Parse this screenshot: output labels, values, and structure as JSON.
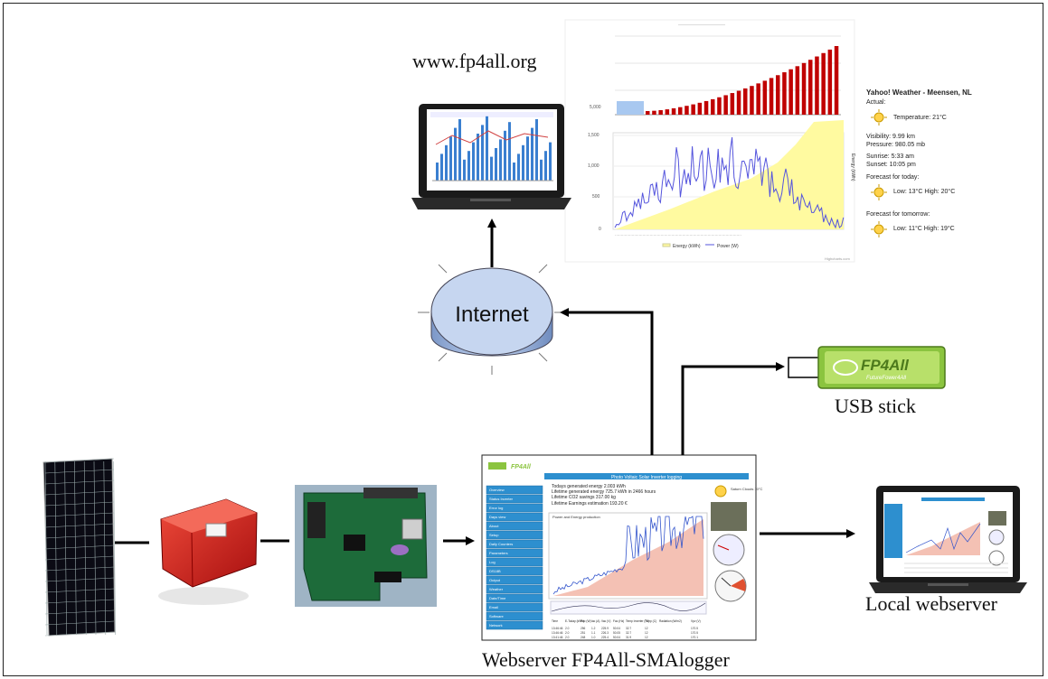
{
  "labels": {
    "website_url": "www.fp4all.org",
    "internet": "Internet",
    "usb_stick": "USB stick",
    "local_webserver": "Local webserver",
    "logger": "Webserver FP4All-SMAlogger",
    "usb_brand": "FP4All",
    "usb_brand_sub": "FutureFower4All"
  },
  "weather": {
    "title": "Yahoo! Weather - Meensen, NL",
    "actual_label": "Actual:",
    "temperature": "Temperature: 21°C",
    "visibility": "Visibility: 9.99 km",
    "pressure": "Pressure: 980.05 mb",
    "sunrise": "Sunrise: 5:33 am",
    "sunset": "Sunset: 10:05 pm",
    "forecast_today_label": "Forecast for today:",
    "forecast_today": "Low: 13°C High: 20°C",
    "forecast_tomorrow_label": "Forecast for tomorrow:",
    "forecast_tomorrow": "Low: 11°C High: 19°C"
  },
  "website_chart": {
    "legend_energy": "Energy (kWh)",
    "legend_power": "Power (W)",
    "y_ticks": [
      "1,500",
      "1,000",
      "500",
      "0"
    ],
    "top_y_tick": "5,000",
    "y2_label": "Energy (kWh)",
    "footer": "Highcharts.com"
  },
  "logger_page": {
    "header": "Photo Voltaic Solar Inverter logging",
    "brand": "FP4All",
    "nav": [
      "Overview",
      "Status Inverter",
      "Error log",
      "Days view",
      "About",
      "Setup",
      "Daily Counters",
      "Parameters",
      "Log",
      "DS18B",
      "Output",
      "Weather",
      "Date/Time",
      "Email",
      "Software",
      "Network"
    ],
    "stats": [
      "Todays generated energy      2.003 kWh",
      "Lifetime generated energy    725.7 kWh in 2466 hours",
      "Lifetime CO2 savings         317.00 kg",
      "Lifetime Earnings estimation 193.20 €"
    ],
    "chart_title": "Power and Energy production",
    "weather_snip": "Saturn Clouds 10°C",
    "table_headers": [
      "Time",
      "E-Today (kWh)",
      "Pac (W)",
      "Iac (A)",
      "Vac (V)",
      "Fac (Hz)",
      "Temp Inverter (°C)",
      "Temp (C)",
      "Radiation (W/m2)",
      "Vpv (V)"
    ],
    "table_rows": [
      [
        "13:46:46",
        "2.0",
        "256",
        "1.2",
        "225.9",
        "50.04",
        "32.7",
        "12",
        "",
        "170.5"
      ],
      [
        "13:46:46",
        "2.0",
        "251",
        "1.1",
        "226.3",
        "50.05",
        "32.7",
        "12",
        "",
        "170.5"
      ],
      [
        "13:41:46",
        "2.0",
        "248",
        "1.0",
        "225.4",
        "50.04",
        "31.9",
        "12",
        "",
        "170.1"
      ]
    ]
  },
  "colors": {
    "arrow": "#000000",
    "inverter_red": "#d42020",
    "pcb_green": "#1d6b3a",
    "usb_green": "#8bc43f",
    "internet_blue": "#9db7e0",
    "bar_red": "#c00000",
    "area_yellow": "#fffaa0",
    "power_line": "#5555dd"
  }
}
